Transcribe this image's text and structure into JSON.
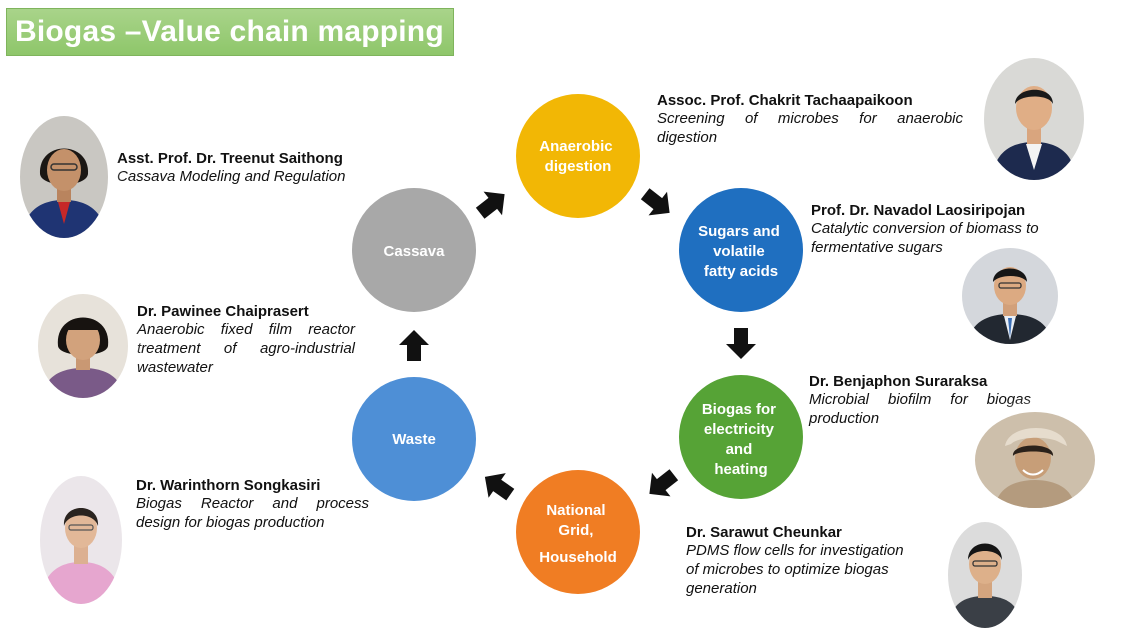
{
  "title": "Biogas –Value chain mapping",
  "nodes": {
    "anaerobic": "Anaerobic digestion",
    "sugars": "Sugars and volatile fatty acids",
    "biogas": "Biogas for electricity and heating",
    "grid": "National Grid, Household",
    "waste": "Waste",
    "cassava": "Cassava"
  },
  "node_colors": {
    "anaerobic": "#f2b705",
    "sugars": "#1f6fc0",
    "biogas": "#56a336",
    "grid": "#f07d23",
    "waste": "#4e8fd6",
    "cassava": "#a8a8a8"
  },
  "people": {
    "chakrit": {
      "name": "Assoc. Prof. Chakrit Tachaapaikoon",
      "desc1": "Screening of microbes for anaerobic",
      "desc2": "digestion"
    },
    "treenut": {
      "name": "Asst. Prof. Dr. Treenut Saithong",
      "desc1": "Cassava Modeling and Regulation"
    },
    "navadol": {
      "name": "Prof. Dr. Navadol Laosiripojan",
      "desc1": "Catalytic conversion of biomass to",
      "desc2": "fermentative sugars"
    },
    "pawinee": {
      "name": "Dr. Pawinee Chaiprasert",
      "desc1": "Anaerobic fixed film reactor",
      "desc2": "treatment of agro-industrial",
      "desc3": "wastewater"
    },
    "benjaphon": {
      "name": "Dr. Benjaphon Suraraksa",
      "desc1": "Microbial biofilm for biogas",
      "desc2": "production"
    },
    "warinthorn": {
      "name": "Dr. Warinthorn Songkasiri",
      "desc1": "Biogas Reactor and process",
      "desc2": "design for biogas production"
    },
    "sarawut": {
      "name": "Dr. Sarawut Cheunkar",
      "desc1": "PDMS flow cells for investigation",
      "desc2": "of microbes to optimize biogas",
      "desc3": "generation"
    }
  }
}
